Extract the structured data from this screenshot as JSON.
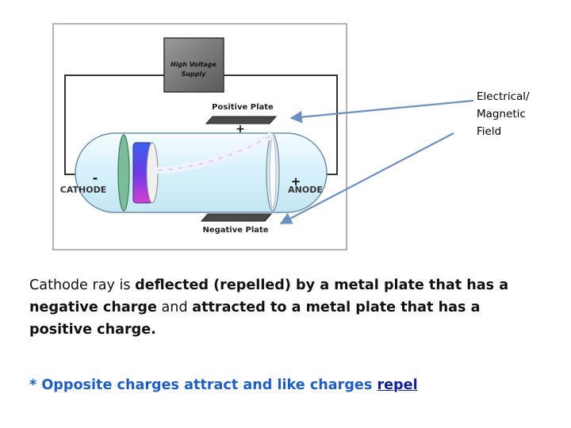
{
  "diagram": {
    "supply_label_line1": "High Voltage",
    "supply_label_line2": "Supply",
    "positive_plate_label": "Positive Plate",
    "negative_plate_label": "Negative Plate",
    "cathode_label": "CATHODE",
    "anode_label": "ANODE",
    "plus_sign": "+",
    "minus_sign": "-"
  },
  "field_label": {
    "line1": "Electrical/",
    "line2": "Magnetic",
    "line3": "Field"
  },
  "text": {
    "part1": "Cathode ray is ",
    "part2": "deflected (repelled) by a metal plate that has a negative charge",
    "part3": " and ",
    "part4": "attracted to a metal plate that has a positive charge."
  },
  "note": {
    "prefix": "* Opposite charges attract and like charges ",
    "link": "repel"
  },
  "colors": {
    "tube": "#dff3fb",
    "arrow": "#6b8fbf",
    "note": "#1f5fc4",
    "link": "#0e1f9e"
  }
}
